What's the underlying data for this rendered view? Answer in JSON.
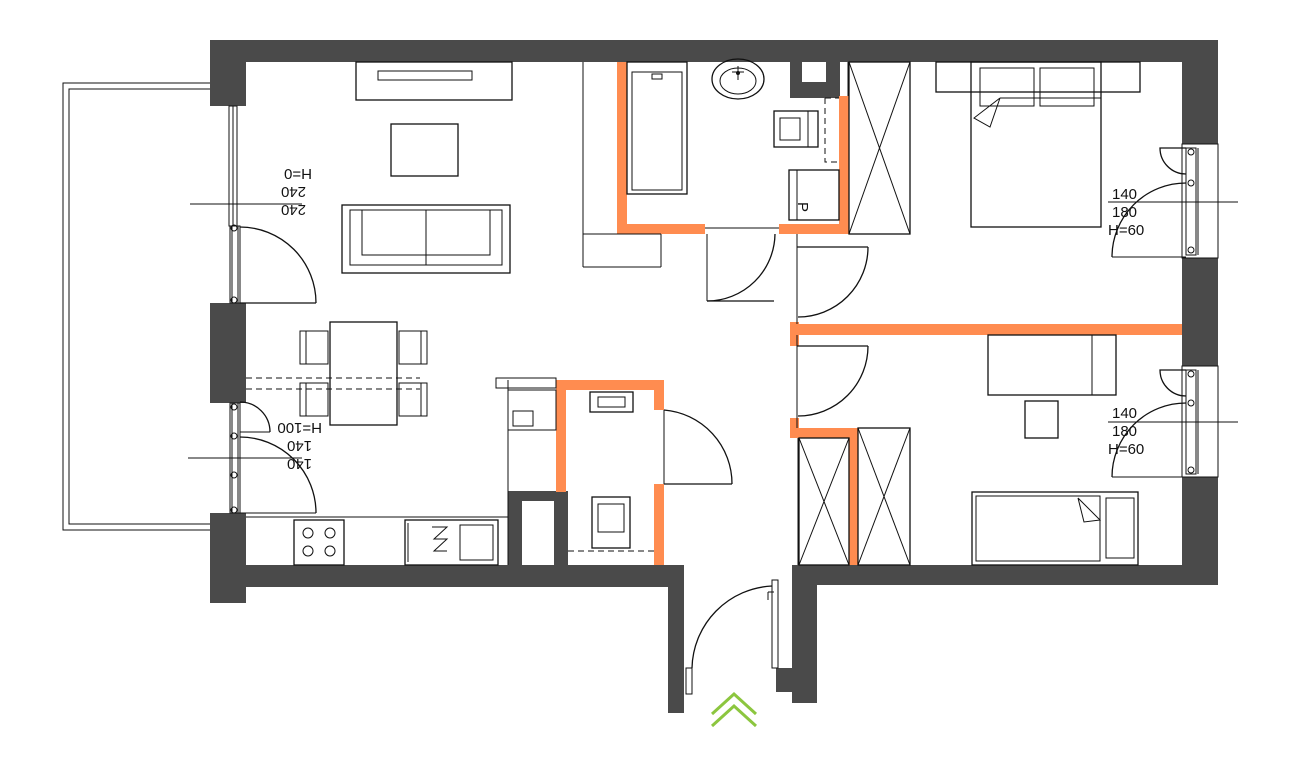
{
  "window_labels": {
    "living": [
      "240",
      "240",
      "H=0"
    ],
    "dining": [
      "140",
      "140",
      "H=100"
    ],
    "bedroom_1": [
      "140",
      "180",
      "H=60"
    ],
    "bedroom_2": [
      "140",
      "180",
      "H=60"
    ]
  },
  "colors": {
    "wall": "#4a4a4a",
    "partition": "#ff8c50",
    "line": "#111111",
    "entrance_arrow": "#8cc63f"
  },
  "icons": {
    "entrance": "entrance-arrow-icon"
  }
}
